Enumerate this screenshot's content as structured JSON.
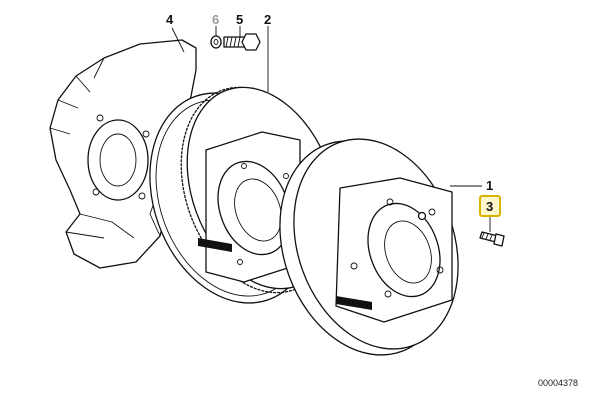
{
  "callouts": {
    "part_1": "1",
    "part_2": "2",
    "part_3": "3",
    "part_4": "4",
    "part_5": "5",
    "part_6": "6"
  },
  "diagram_number": "00004378",
  "colors": {
    "line": "#111111",
    "faded_callout": "#9a9a9a",
    "highlight_fill": "#fff6cc",
    "highlight_border": "#d8b300"
  },
  "highlighted_part": "3"
}
